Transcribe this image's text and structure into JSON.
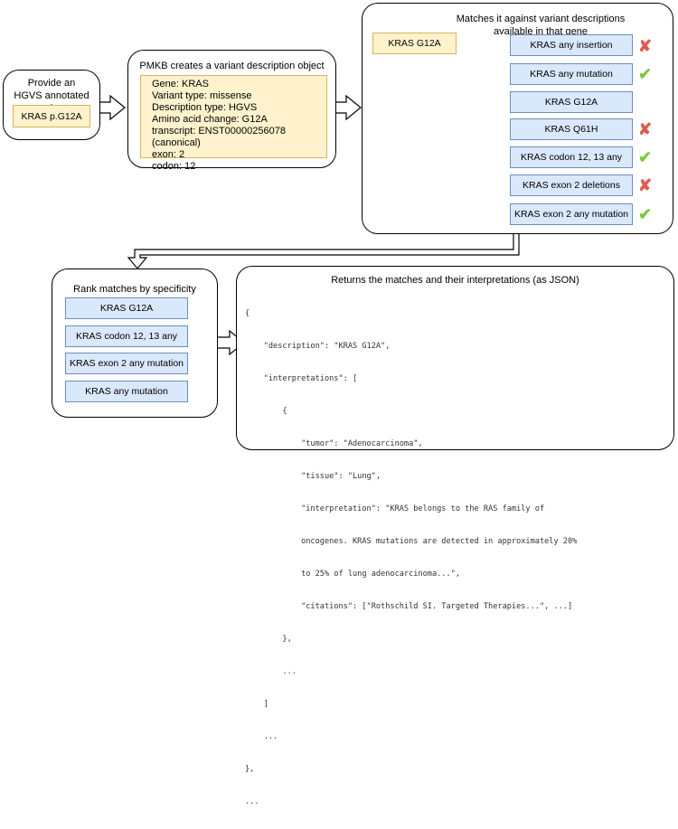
{
  "step1": {
    "title": "Provide an HGVS annotated variant",
    "variant": "KRAS p.G12A"
  },
  "step2": {
    "title": "PMKB creates a variant description object",
    "fields": [
      "Gene: KRAS",
      "Variant type: missense",
      "Description type: HGVS",
      "Amino acid change: G12A",
      "transcript: ENST00000256078 (canonical)",
      "exon: 2",
      "codon: 12"
    ]
  },
  "step3": {
    "title": "Matches it against variant descriptions available in that gene",
    "query": "KRAS G12A",
    "candidates": [
      {
        "label": "KRAS any insertion",
        "match": false
      },
      {
        "label": "KRAS any mutation",
        "match": true
      },
      {
        "label": "KRAS G12A",
        "match": null
      },
      {
        "label": "KRAS Q61H",
        "match": false
      },
      {
        "label": "KRAS codon 12, 13 any",
        "match": true
      },
      {
        "label": "KRAS exon 2 deletions",
        "match": false
      },
      {
        "label": "KRAS exon 2 any mutation",
        "match": true
      }
    ],
    "icons": {
      "match": "check-icon",
      "nomatch": "cross-icon"
    },
    "colors": {
      "match": "#7ac943",
      "nomatch": "#e05a4f"
    }
  },
  "step4": {
    "title": "Rank matches by specificity",
    "ranked": [
      "KRAS G12A",
      "KRAS codon 12, 13 any",
      "KRAS exon 2 any mutation",
      "KRAS any mutation"
    ]
  },
  "step5": {
    "title": "Returns the matches and their interpretations (as JSON)",
    "code_lines": [
      "{",
      "    \"description\": \"KRAS G12A\",",
      "    \"interpretations\": [",
      "        {",
      "            \"tumor\": \"Adenocarcinoma\",",
      "            \"tissue\": \"Lung\",",
      "            \"interpretation\": \"KRAS belongs to the RAS family of",
      "            oncogenes. KRAS mutations are detected in approximately 20%",
      "            to 25% of lung adenocarcinoma...\",",
      "            \"citations\": [\"Rothschild SI. Targeted Therapies...\", ...]",
      "        },",
      "        ...",
      "    ]",
      "    ...",
      "},",
      "..."
    ]
  }
}
